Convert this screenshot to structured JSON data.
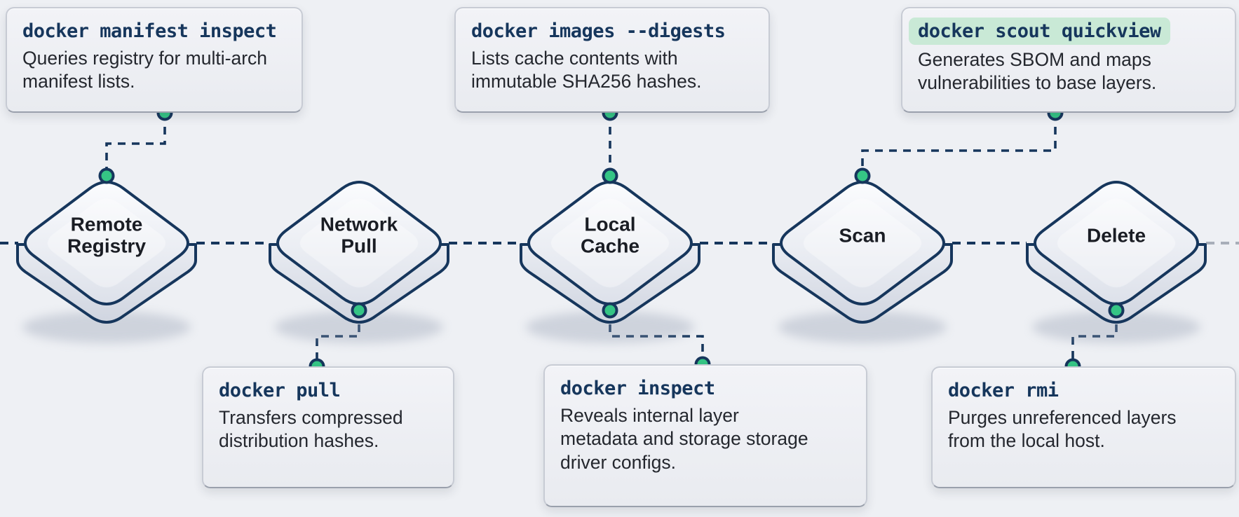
{
  "diagram": {
    "nodes": [
      {
        "id": "remote-registry",
        "label": "Remote\nRegistry"
      },
      {
        "id": "network-pull",
        "label": "Network\nPull"
      },
      {
        "id": "local-cache",
        "label": "Local\nCache"
      },
      {
        "id": "scan",
        "label": "Scan"
      },
      {
        "id": "delete",
        "label": "Delete"
      }
    ],
    "cards": [
      {
        "id": "docker-manifest-inspect",
        "command": "docker manifest inspect",
        "description": "Queries registry for multi-arch\nmanifest lists.",
        "highlighted": false,
        "attached_to": "remote-registry",
        "position": "top"
      },
      {
        "id": "docker-images-digests",
        "command": "docker images --digests",
        "description": "Lists cache contents with\nimmutable SHA256 hashes.",
        "highlighted": false,
        "attached_to": "local-cache",
        "position": "top"
      },
      {
        "id": "docker-scout-quickview",
        "command": "docker scout quickview",
        "description": "Generates SBOM and maps\nvulnerabilities to base layers.",
        "highlighted": true,
        "attached_to": "scan",
        "position": "top"
      },
      {
        "id": "docker-pull",
        "command": "docker pull",
        "description": "Transfers compressed\ndistribution hashes.",
        "highlighted": false,
        "attached_to": "network-pull",
        "position": "bottom"
      },
      {
        "id": "docker-inspect",
        "command": "docker inspect",
        "description": "Reveals internal layer\nmetadata and storage storage\ndriver configs.",
        "highlighted": false,
        "attached_to": "local-cache",
        "position": "bottom"
      },
      {
        "id": "docker-rmi",
        "command": "docker rmi",
        "description": "Purges unreferenced layers\nfrom the local host.",
        "highlighted": false,
        "attached_to": "delete",
        "position": "bottom"
      }
    ],
    "colors": {
      "accent_green": "#35c585",
      "line_navy": "#16365c",
      "command_text": "#16365c",
      "highlight_background": "#c9e9d6",
      "card_background": "#eceef2",
      "background": "#eef0f4"
    }
  }
}
